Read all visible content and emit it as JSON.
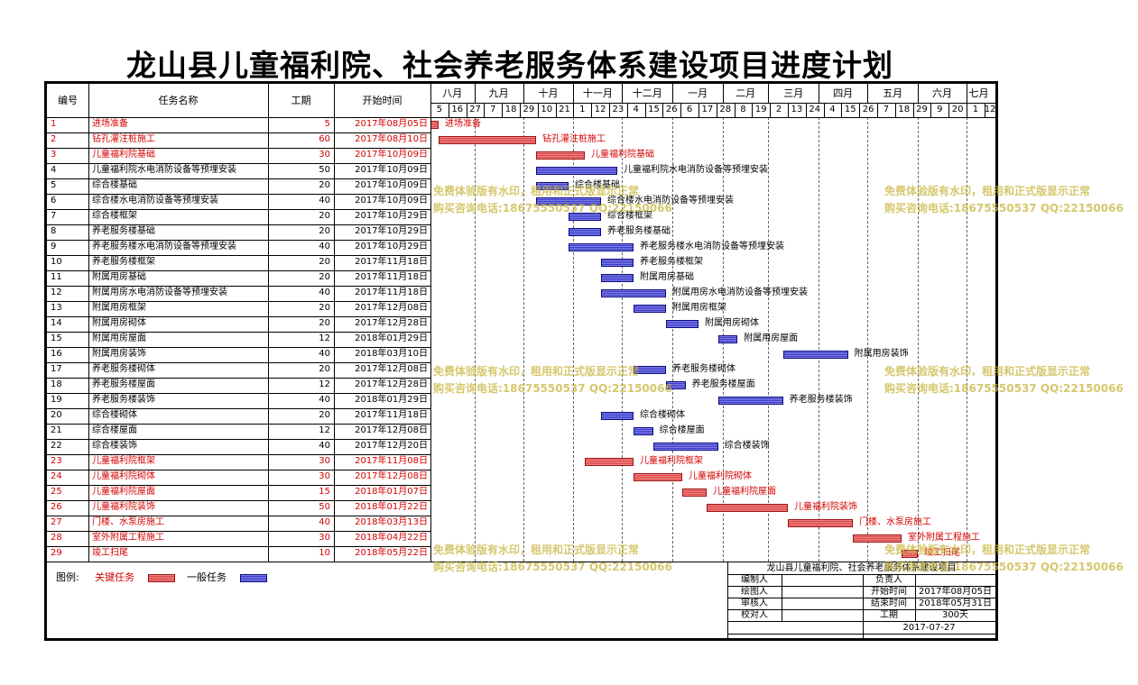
{
  "title": "龙山县儿童福利院、社会养老服务体系建设项目进度计划",
  "headers": {
    "no": "编号",
    "name": "任务名称",
    "dur": "工期",
    "start": "开始时间"
  },
  "months": [
    "八月",
    "九月",
    "十月",
    "十一月",
    "十二月",
    "一月",
    "二月",
    "三月",
    "四月",
    "五月",
    "六月",
    "七月"
  ],
  "days": [
    "5",
    "16",
    "27",
    "7",
    "18",
    "29",
    "10",
    "21",
    "1",
    "12",
    "23",
    "4",
    "15",
    "26",
    "6",
    "17",
    "28",
    "8",
    "19",
    "2",
    "13",
    "24",
    "4",
    "15",
    "26",
    "7",
    "18",
    "29",
    "9",
    "20",
    "1",
    "12"
  ],
  "tasks": [
    {
      "no": "1",
      "name": "进场准备",
      "dur": "5",
      "start": "2017年08月05日",
      "crit": true,
      "s": 0,
      "d": 5
    },
    {
      "no": "2",
      "name": "钻孔灌注桩施工",
      "dur": "60",
      "start": "2017年08月10日",
      "crit": true,
      "s": 5,
      "d": 60
    },
    {
      "no": "3",
      "name": "儿童福利院基础",
      "dur": "30",
      "start": "2017年10月09日",
      "crit": true,
      "s": 65,
      "d": 30
    },
    {
      "no": "4",
      "name": "儿童福利院水电消防设备等预埋安装",
      "dur": "50",
      "start": "2017年10月09日",
      "crit": false,
      "s": 65,
      "d": 50
    },
    {
      "no": "5",
      "name": "综合楼基础",
      "dur": "20",
      "start": "2017年10月09日",
      "crit": false,
      "s": 65,
      "d": 20
    },
    {
      "no": "6",
      "name": "综合楼水电消防设备等预埋安装",
      "dur": "40",
      "start": "2017年10月09日",
      "crit": false,
      "s": 65,
      "d": 40
    },
    {
      "no": "7",
      "name": "综合楼框架",
      "dur": "20",
      "start": "2017年10月29日",
      "crit": false,
      "s": 85,
      "d": 20
    },
    {
      "no": "8",
      "name": "养老服务楼基础",
      "dur": "20",
      "start": "2017年10月29日",
      "crit": false,
      "s": 85,
      "d": 20
    },
    {
      "no": "9",
      "name": "养老服务楼水电消防设备等预埋安装",
      "dur": "40",
      "start": "2017年10月29日",
      "crit": false,
      "s": 85,
      "d": 40
    },
    {
      "no": "10",
      "name": "养老服务楼框架",
      "dur": "20",
      "start": "2017年11月18日",
      "crit": false,
      "s": 105,
      "d": 20
    },
    {
      "no": "11",
      "name": "附属用房基础",
      "dur": "20",
      "start": "2017年11月18日",
      "crit": false,
      "s": 105,
      "d": 20
    },
    {
      "no": "12",
      "name": "附属用房水电消防设备等预埋安装",
      "dur": "40",
      "start": "2017年11月18日",
      "crit": false,
      "s": 105,
      "d": 40
    },
    {
      "no": "13",
      "name": "附属用房框架",
      "dur": "20",
      "start": "2017年12月08日",
      "crit": false,
      "s": 125,
      "d": 20
    },
    {
      "no": "14",
      "name": "附属用房砌体",
      "dur": "20",
      "start": "2017年12月28日",
      "crit": false,
      "s": 145,
      "d": 20
    },
    {
      "no": "15",
      "name": "附属用房屋面",
      "dur": "12",
      "start": "2018年01月29日",
      "crit": false,
      "s": 177,
      "d": 12
    },
    {
      "no": "16",
      "name": "附属用房装饰",
      "dur": "40",
      "start": "2018年03月10日",
      "crit": false,
      "s": 217,
      "d": 40
    },
    {
      "no": "17",
      "name": "养老服务楼砌体",
      "dur": "20",
      "start": "2017年12月08日",
      "crit": false,
      "s": 125,
      "d": 20
    },
    {
      "no": "18",
      "name": "养老服务楼屋面",
      "dur": "12",
      "start": "2017年12月28日",
      "crit": false,
      "s": 145,
      "d": 12
    },
    {
      "no": "19",
      "name": "养老服务楼装饰",
      "dur": "40",
      "start": "2018年01月29日",
      "crit": false,
      "s": 177,
      "d": 40
    },
    {
      "no": "20",
      "name": "综合楼砌体",
      "dur": "20",
      "start": "2017年11月18日",
      "crit": false,
      "s": 105,
      "d": 20
    },
    {
      "no": "21",
      "name": "综合楼屋面",
      "dur": "12",
      "start": "2017年12月08日",
      "crit": false,
      "s": 125,
      "d": 12
    },
    {
      "no": "22",
      "name": "综合楼装饰",
      "dur": "40",
      "start": "2017年12月20日",
      "crit": false,
      "s": 137,
      "d": 40
    },
    {
      "no": "23",
      "name": "儿童福利院框架",
      "dur": "30",
      "start": "2017年11月08日",
      "crit": true,
      "s": 95,
      "d": 30
    },
    {
      "no": "24",
      "name": "儿童福利院砌体",
      "dur": "30",
      "start": "2017年12月08日",
      "crit": true,
      "s": 125,
      "d": 30
    },
    {
      "no": "25",
      "name": "儿童福利院屋面",
      "dur": "15",
      "start": "2018年01月07日",
      "crit": true,
      "s": 155,
      "d": 15
    },
    {
      "no": "26",
      "name": "儿童福利院装饰",
      "dur": "50",
      "start": "2018年01月22日",
      "crit": true,
      "s": 170,
      "d": 50
    },
    {
      "no": "27",
      "name": "门楼、水泵房施工",
      "dur": "40",
      "start": "2018年03月13日",
      "crit": true,
      "s": 220,
      "d": 40
    },
    {
      "no": "28",
      "name": "室外附属工程施工",
      "dur": "30",
      "start": "2018年04月22日",
      "crit": true,
      "s": 260,
      "d": 30
    },
    {
      "no": "29",
      "name": "竣工扫尾",
      "dur": "10",
      "start": "2018年05月22日",
      "crit": true,
      "s": 290,
      "d": 10
    }
  ],
  "legend": {
    "label": "图例:",
    "critical": "关键任务",
    "normal": "一般任务"
  },
  "info": {
    "project": "龙山县儿童福利院、社会养老服务体系建设项目",
    "rows": [
      {
        "k1": "编制人",
        "v1": "",
        "k2": "负责人",
        "v2": ""
      },
      {
        "k1": "绘图人",
        "v1": "",
        "k2": "开始时间",
        "v2": "2017年08月05日"
      },
      {
        "k1": "审核人",
        "v1": "",
        "k2": "结束时间",
        "v2": "2018年05月31日"
      },
      {
        "k1": "校对人",
        "v1": "",
        "k2": "工期",
        "v2": "300天"
      }
    ],
    "date": "2017-07-27"
  },
  "watermark": {
    "line1": "免费体验版有水印，租用和正式版显示正常",
    "line2": "购买咨询电话:18675550537 QQ:22150066"
  },
  "colors": {
    "critical": "#e04545",
    "normal": "#3b3bd0",
    "crit_text": "#d40000"
  }
}
